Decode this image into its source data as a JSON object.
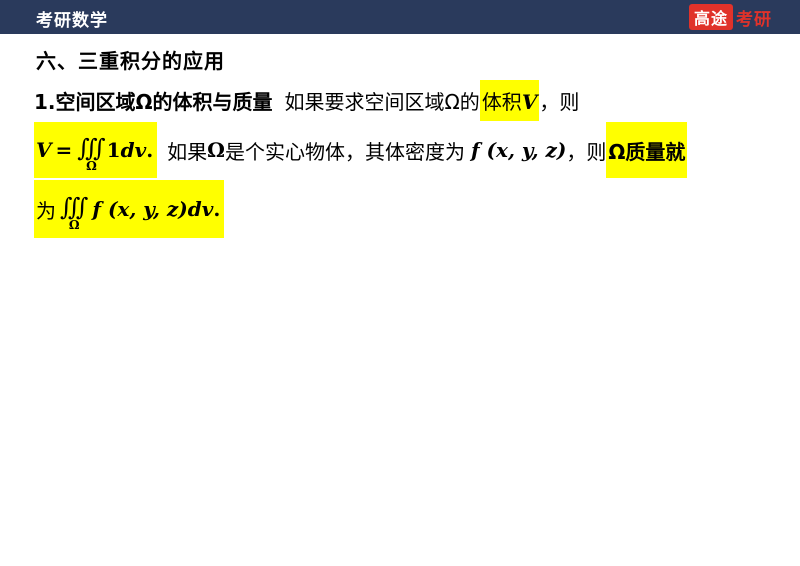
{
  "header": {
    "title": "考研数学",
    "brand_box": "高途",
    "brand_text": "考研"
  },
  "section_title": "六、三重积分的应用",
  "line1": {
    "heading": "1.空间区域Ω的体积与质量",
    "text": "如果要求空间区域Ω的",
    "hl_volume": "体积",
    "var_v": "V",
    "tail": "，则"
  },
  "line2": {
    "lhs": "V",
    "eq": "=",
    "integral": "∭",
    "domain": "Ω",
    "integrand": "1",
    "dv": "dv",
    "dot": ".",
    "text1": "如果",
    "omega": "Ω",
    "text2": "是个实心物体，其体密度为",
    "density": "f (x, y, z)",
    "text3": "，则",
    "hl_mass": "Ω质量就"
  },
  "line3": {
    "prefix": "为",
    "integral": "∭",
    "domain": "Ω",
    "integrand": "f (x, y, z)dv",
    "dot": "."
  },
  "colors": {
    "header_bg": "#2a3a5c",
    "brand": "#e0322a",
    "highlight": "#ffff00"
  }
}
